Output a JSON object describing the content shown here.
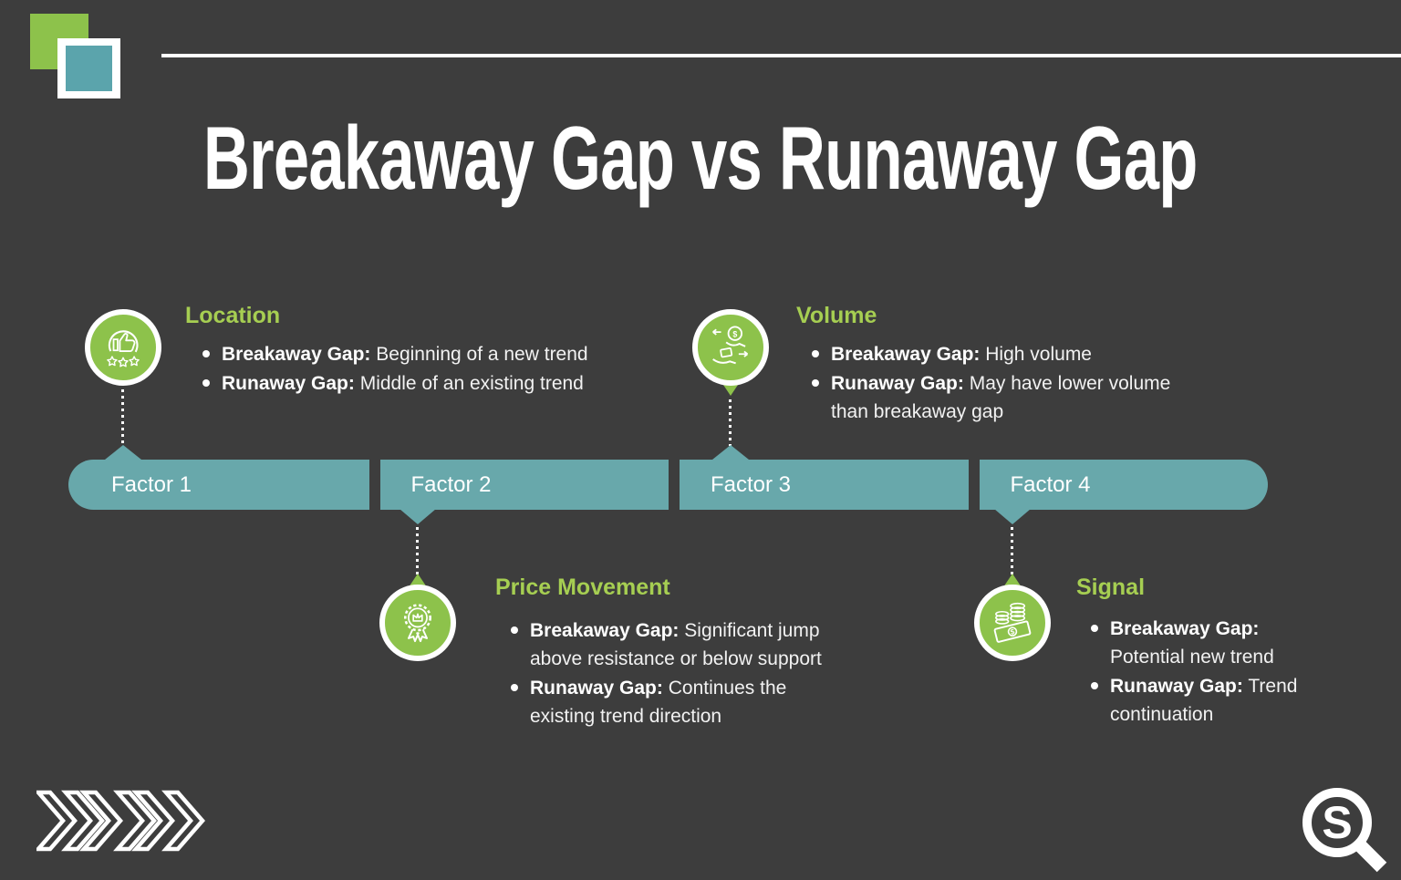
{
  "slide": {
    "title": "Breakaway Gap vs Runaway Gap"
  },
  "colors": {
    "background": "#3d3d3d",
    "green": "#8dc24b",
    "green_heading": "#a6ce52",
    "teal": "#68a8ab",
    "teal_logo": "#5ba4ac",
    "white": "#ffffff"
  },
  "icons": {
    "brand": "overlapping-squares-logo",
    "location": "thumbs-up-stars-icon",
    "volume": "money-exchange-icon",
    "price_movement": "award-ribbon-icon",
    "signal": "cash-coins-icon",
    "footer_left": "chevron-arrows-icon",
    "footer_right": "sq-magnifier-logo"
  },
  "factors": [
    {
      "label": "Factor 1"
    },
    {
      "label": "Factor 2"
    },
    {
      "label": "Factor 3"
    },
    {
      "label": "Factor 4"
    }
  ],
  "sections": [
    {
      "heading": "Location",
      "icon": "thumbs-up-stars-icon",
      "position": "top",
      "bullets": [
        {
          "bold": "Breakaway Gap:",
          "text": "Beginning of a new trend"
        },
        {
          "bold": "Runaway Gap:",
          "text": "Middle of an existing trend"
        }
      ]
    },
    {
      "heading": "Volume",
      "icon": "money-exchange-icon",
      "position": "top",
      "bullets": [
        {
          "bold": "Breakaway Gap:",
          "text": "High volume"
        },
        {
          "bold": "Runaway Gap:",
          "text": "May have lower volume than breakaway gap"
        }
      ]
    },
    {
      "heading": "Price Movement",
      "icon": "award-ribbon-icon",
      "position": "bottom",
      "bullets": [
        {
          "bold": "Breakaway Gap:",
          "text": "Significant jump above resistance or below support"
        },
        {
          "bold": "Runaway Gap:",
          "text": "Continues the existing trend direction"
        }
      ]
    },
    {
      "heading": "Signal",
      "icon": "cash-coins-icon",
      "position": "bottom",
      "bullets": [
        {
          "bold": "Breakaway Gap:",
          "text": "Potential new trend"
        },
        {
          "bold": "Runaway Gap:",
          "text": "Trend continuation"
        }
      ]
    }
  ]
}
